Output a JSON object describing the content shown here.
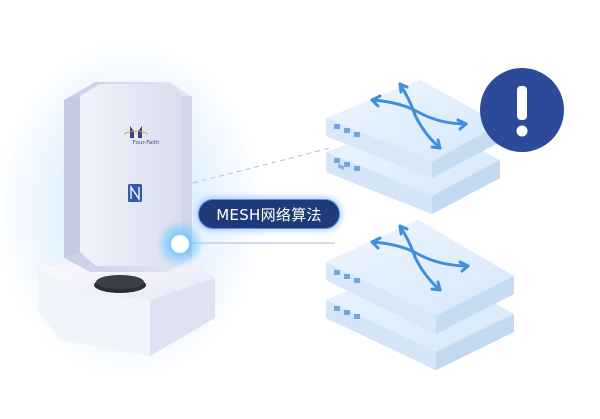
{
  "label": "MESH网络算法",
  "device": {
    "brand": "Four-Faith",
    "badge_icon": "nfc-icon"
  },
  "nodes": [
    {
      "name": "upper-mesh-node",
      "icon": "crossed-arrows-icon",
      "alert": true
    },
    {
      "name": "lower-mesh-node",
      "icon": "crossed-arrows-icon",
      "alert": false
    }
  ],
  "alert_icon": "exclamation-icon",
  "colors": {
    "alert_badge": "#2c4a9a",
    "label_bg": "#1f3a78",
    "node_top": "#dcebfa",
    "arrow": "#3f8fe0"
  }
}
